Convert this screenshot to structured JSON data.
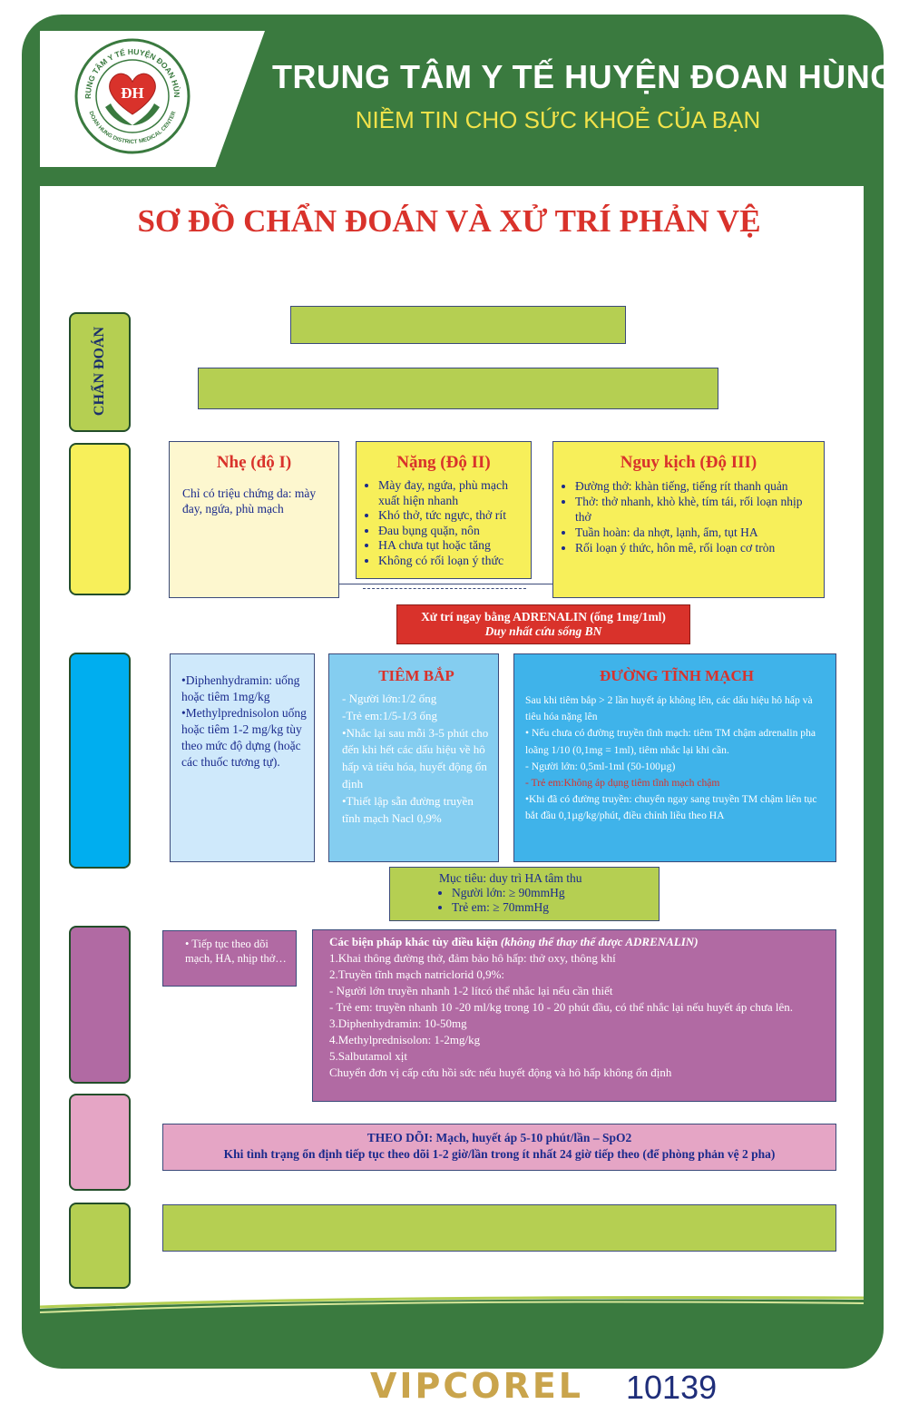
{
  "header": {
    "org_name": "TRUNG TÂM Y TẾ HUYỆN ĐOAN HÙNG",
    "slogan": "NIỀM TIN CHO SỨC KHOẺ CỦA BẠN",
    "logo_initials": "ĐH",
    "logo_ring_top": "TRUNG TÂM Y TẾ HUYỆN ĐOAN HÙNG",
    "logo_ring_bottom": "DOAN HUNG DISTRICT MEDICAL CENTER"
  },
  "title": "SƠ ĐỒ CHẨN ĐOÁN VÀ XỬ TRÍ PHẢN VỆ",
  "side_labels": {
    "diagnosis": "CHẨN ĐOÁN"
  },
  "severity": {
    "mild": {
      "title": "Nhẹ (độ I)",
      "text": "Chỉ có triệu chứng da: mày đay, ngứa, phù mạch"
    },
    "severe": {
      "title": "Nặng (Độ II)",
      "items": [
        "Mày đay, ngứa, phù mạch xuất hiện nhanh",
        "Khó thở, tức ngực, thở rít",
        "Đau bụng quặn, nôn",
        "HA chưa tụt hoặc tăng",
        "Không có rối loạn ý thức"
      ]
    },
    "critical": {
      "title": "Nguy kịch (Độ  III)",
      "items": [
        "Đường thở: khàn tiếng, tiếng rít thanh quản",
        "Thở: thở nhanh, khò khè, tím tái, rối loạn nhịp thở",
        "Tuần hoàn: da nhợt, lạnh, ẩm, tụt HA",
        "Rối loạn ý thức, hôn mê, rối loạn cơ tròn"
      ]
    }
  },
  "adrenalin": {
    "line1": "Xử trí ngay bằng ADRENALIN (ống 1mg/1ml)",
    "line2": "Duy nhất cứu sống BN"
  },
  "mild_treatment": [
    "•Diphenhydramin: uống hoặc tiêm 1mg/kg",
    "•Methylprednisolon uống hoặc tiêm 1-2 mg/kg tùy theo mức độ dựng (hoặc các thuốc tương tự)."
  ],
  "im": {
    "title": "TIÊM BẮP",
    "items": [
      "- Người lớn:1/2 ống",
      "-Trẻ em:1/5-1/3 ống",
      "•Nhắc lại sau mỗi 3-5 phút cho đến khi hết các dấu hiệu về hô hấp và tiêu hóa, huyết động ổn định",
      "•Thiết lập sẵn đường truyền tĩnh mạch Nacl 0,9%"
    ]
  },
  "iv": {
    "title": "ĐƯỜNG TĨNH MẠCH",
    "items": [
      "Sau khi tiêm bắp > 2 lần huyết áp không lên, các dấu hiệu hô hấp và tiêu hóa nặng lên",
      "• Nếu chưa có đường truyền tĩnh mạch: tiêm TM chậm adrenalin pha loãng 1/10 (0,1mg = 1ml), tiêm nhắc lại khi cần.",
      "- Người lớn: 0,5ml-1ml (50-100µg)",
      "- Trẻ em:Không áp dụng tiêm tĩnh mạch chậm",
      "•Khi đã có đường truyền: chuyển ngay sang truyền TM chậm liên tục bắt đầu 0,1µg/kg/phút, điều chỉnh liều theo HA"
    ]
  },
  "target": {
    "line1": "Mục tiêu: duy trì HA tâm thu",
    "items": [
      "Người lớn: ≥ 90mmHg",
      "Trẻ em: ≥ 70mmHg"
    ]
  },
  "monitor_short": "• Tiếp tục theo dõi mạch, HA, nhịp thở…",
  "other_measures": {
    "title": "Các biện pháp khác tùy điều kiện",
    "title_note": "(không thể thay thế được ADRENALIN)",
    "lines": [
      "1.Khai thông đường thở, đảm bảo hô hấp: thở oxy, thông khí",
      "2.Truyền tĩnh mạch natriclorid 0,9%:",
      "- Người lớn truyền nhanh 1-2 lítcó thể nhắc lại nếu cần thiết",
      "- Trẻ em: truyền nhanh 10 -20 ml/kg trong 10 - 20 phút đầu, có thể nhắc lại nếu huyết áp chưa lên.",
      "3.Diphenhydramin: 10-50mg",
      "4.Methylprednisolon: 1-2mg/kg",
      " 5.Salbutamol xịt",
      "Chuyển đơn vị cấp cứu hồi sức nếu huyết động và hô hấp không ổn định"
    ]
  },
  "follow": {
    "line1": "THEO DÕI: Mạch, huyết áp 5-10 phút/lần – SpO2",
    "line2": "Khi tình trạng ổn định tiếp tục theo dõi 1-2 giờ/lần trong ít nhất 24 giờ tiếp theo (để phòng phản vệ 2 pha)"
  },
  "footer": {
    "brand": "VIPCOREL",
    "code": "10139"
  },
  "colors": {
    "frame_green": "#3a7a3f",
    "title_red": "#d9322b",
    "slogan_yellow": "#f1e24a",
    "lime": "#b5cf52",
    "yellow": "#f7ef5a",
    "blue": "#00aeef",
    "purple": "#b16aa3",
    "pink": "#e5a5c5"
  }
}
